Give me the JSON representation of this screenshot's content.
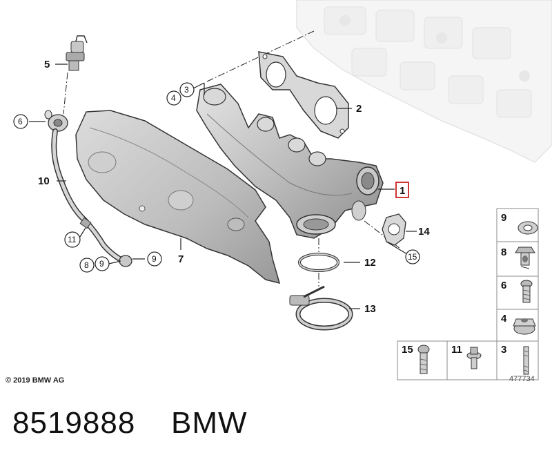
{
  "callouts": {
    "p1": "1",
    "p2": "2",
    "p3": "3",
    "p4": "4",
    "p5": "5",
    "p6": "6",
    "p7": "7",
    "p8": "8",
    "p9a": "9",
    "p9b": "9",
    "p10": "10",
    "p11": "11",
    "p12": "12",
    "p13": "13",
    "p14": "14",
    "p15": "15"
  },
  "legend": {
    "items": [
      {
        "num": "9",
        "part": "washer-icon"
      },
      {
        "num": "8",
        "part": "banjo-bolt-icon"
      },
      {
        "num": "6",
        "part": "hex-bolt-icon"
      },
      {
        "num": "4",
        "part": "collar-nut-icon"
      },
      {
        "num": "15",
        "part": "torx-screw-icon"
      },
      {
        "num": "11",
        "part": "flange-bolt-icon"
      },
      {
        "num": "3",
        "part": "stud-icon"
      }
    ]
  },
  "copyright": "© 2019 BMW AG",
  "diagram_ref": "477734",
  "footer": {
    "part_number": "8519888",
    "brand": "BMW"
  },
  "colors": {
    "highlight": "#cc1f1f",
    "part_fill": "#c9c9c9",
    "engine_fill": "#eeeeee",
    "line": "#222222"
  }
}
